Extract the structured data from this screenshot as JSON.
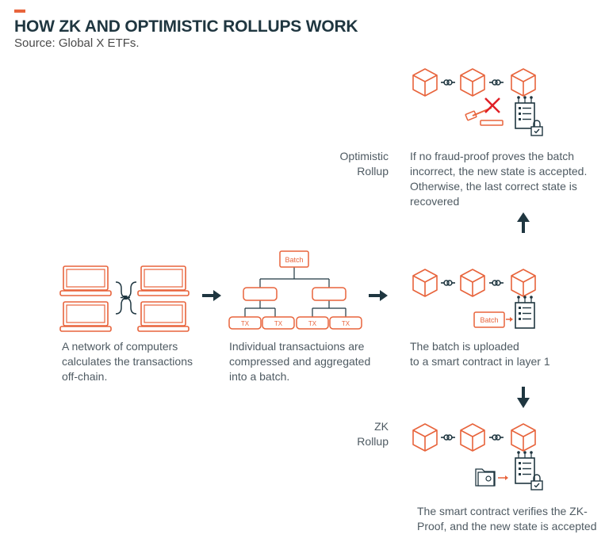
{
  "header": {
    "title": "HOW ZK AND OPTIMISTIC ROLLUPS WORK",
    "source": "Source: Global X ETFs."
  },
  "colors": {
    "accent": "#e8643c",
    "dark": "#1f3640",
    "text": "#4e5a62"
  },
  "steps": {
    "network": {
      "caption": [
        "A network of computers",
        "calculates the transactions",
        "off-chain."
      ]
    },
    "batch": {
      "node_label": "Batch",
      "tx_label": "TX",
      "caption": [
        "Individual transactuions are",
        "compressed and aggregated",
        "into a batch."
      ]
    },
    "upload": {
      "badge_label": "Batch",
      "caption": [
        "The batch is uploaded",
        "to a smart contract in layer 1"
      ]
    },
    "optimistic": {
      "label": [
        "Optimistic",
        "Rollup"
      ],
      "caption": [
        "If no fraud-proof proves the batch",
        "incorrect, the new state is accepted.",
        "Otherwise, the last correct state is",
        "recovered"
      ]
    },
    "zk": {
      "label": [
        "ZK",
        "Rollup"
      ],
      "caption": [
        "The smart contract verifies the ZK-",
        "Proof, and the new state is accepted"
      ]
    }
  },
  "icons": [
    "laptop-icon",
    "bracket-icon",
    "arrow-right-icon",
    "arrow-up-icon",
    "arrow-down-icon",
    "cube-icon",
    "chain-link-icon",
    "contract-icon",
    "lock-icon",
    "gavel-icon",
    "folder-icon"
  ]
}
